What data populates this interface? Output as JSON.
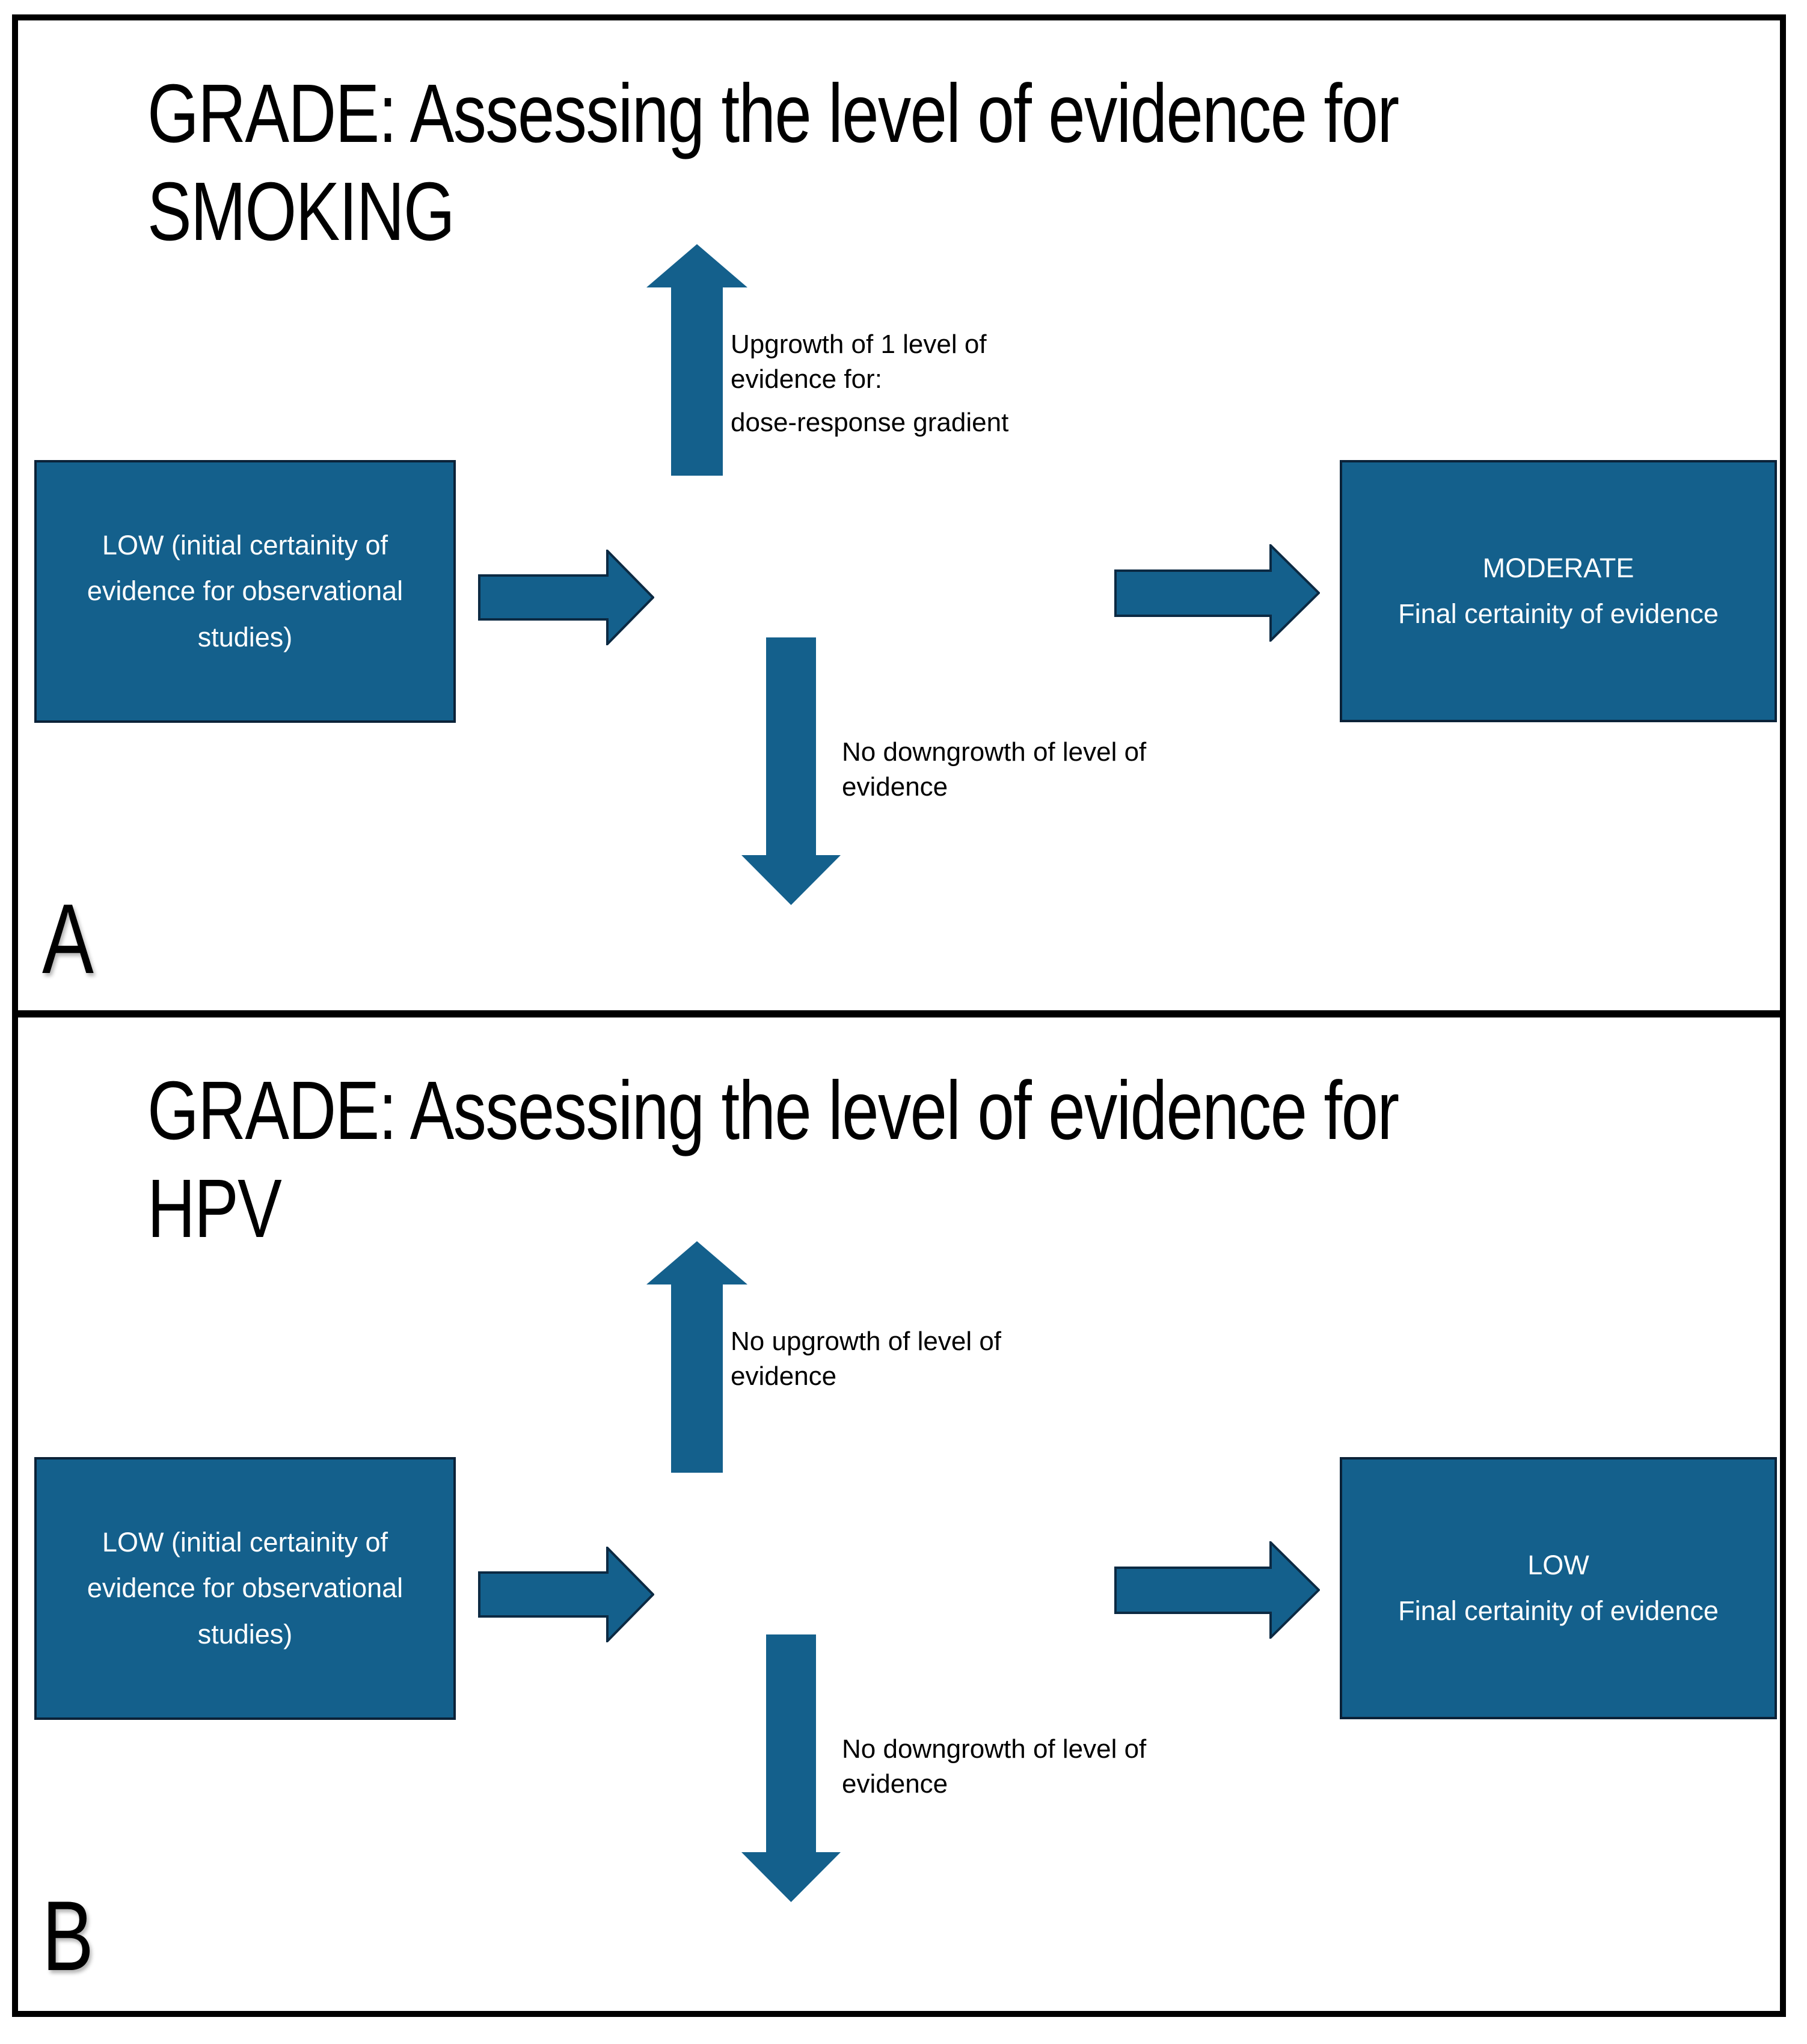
{
  "colors": {
    "teal": "#14608C",
    "outline": "#0C2A43",
    "box_border": "#0B2238",
    "frame": "#000000",
    "background": "#FFFFFF",
    "title_text": "#000000",
    "box_text": "#FFFFFF"
  },
  "panels": [
    {
      "label": "A",
      "title_lines": [
        "GRADE: Assessing the level of evidence for",
        "SMOKING"
      ],
      "left_box_lines": [
        "LOW (initial certainity of",
        "evidence for observational",
        "studies)"
      ],
      "up_text": {
        "lines": [
          "Upgrowth of 1 level of",
          "evidence for:"
        ],
        "extra": "dose-response gradient"
      },
      "down_text_lines": [
        "No downgrowth of level of",
        "evidence"
      ],
      "right_box_lines": [
        "MODERATE",
        "Final certainity of evidence"
      ]
    },
    {
      "label": "B",
      "title_lines": [
        "GRADE: Assessing the level of evidence for",
        "HPV"
      ],
      "left_box_lines": [
        "LOW (initial certainity of",
        "evidence for observational",
        "studies)"
      ],
      "up_text": {
        "lines": [
          "No upgrowth of level of",
          "evidence"
        ],
        "extra": ""
      },
      "down_text_lines": [
        "No downgrowth of level of",
        "evidence"
      ],
      "right_box_lines": [
        "LOW",
        "Final certainity of evidence"
      ]
    }
  ]
}
